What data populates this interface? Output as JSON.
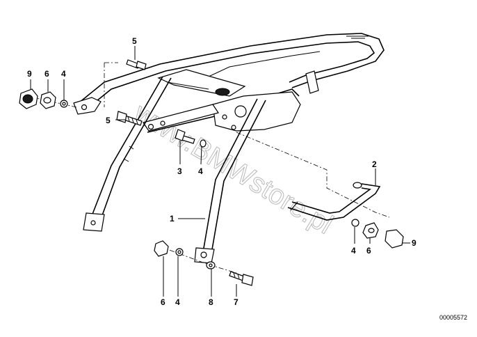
{
  "watermark": "www.BMWstore.pl",
  "reference_number": "00005572",
  "callouts": {
    "c9_left": "9",
    "c6_left": "6",
    "c4_left": "4",
    "c5_top": "5",
    "c5_mid": "5",
    "c3": "3",
    "c4_mid": "4",
    "c2": "2",
    "c1": "1",
    "c4_right": "4",
    "c6_right": "6",
    "c9_right": "9",
    "c6_bottom": "6",
    "c4_bottom": "4",
    "c8": "8",
    "c7": "7"
  },
  "parts": [
    {
      "number": "1",
      "part": "rear-frame-bracket"
    },
    {
      "number": "2",
      "part": "side-stand-bar"
    },
    {
      "number": "3",
      "part": "bolt"
    },
    {
      "number": "4",
      "part": "washer"
    },
    {
      "number": "5",
      "part": "bolt"
    },
    {
      "number": "6",
      "part": "nut"
    },
    {
      "number": "7",
      "part": "bolt"
    },
    {
      "number": "8",
      "part": "washer"
    },
    {
      "number": "9",
      "part": "cap"
    }
  ]
}
